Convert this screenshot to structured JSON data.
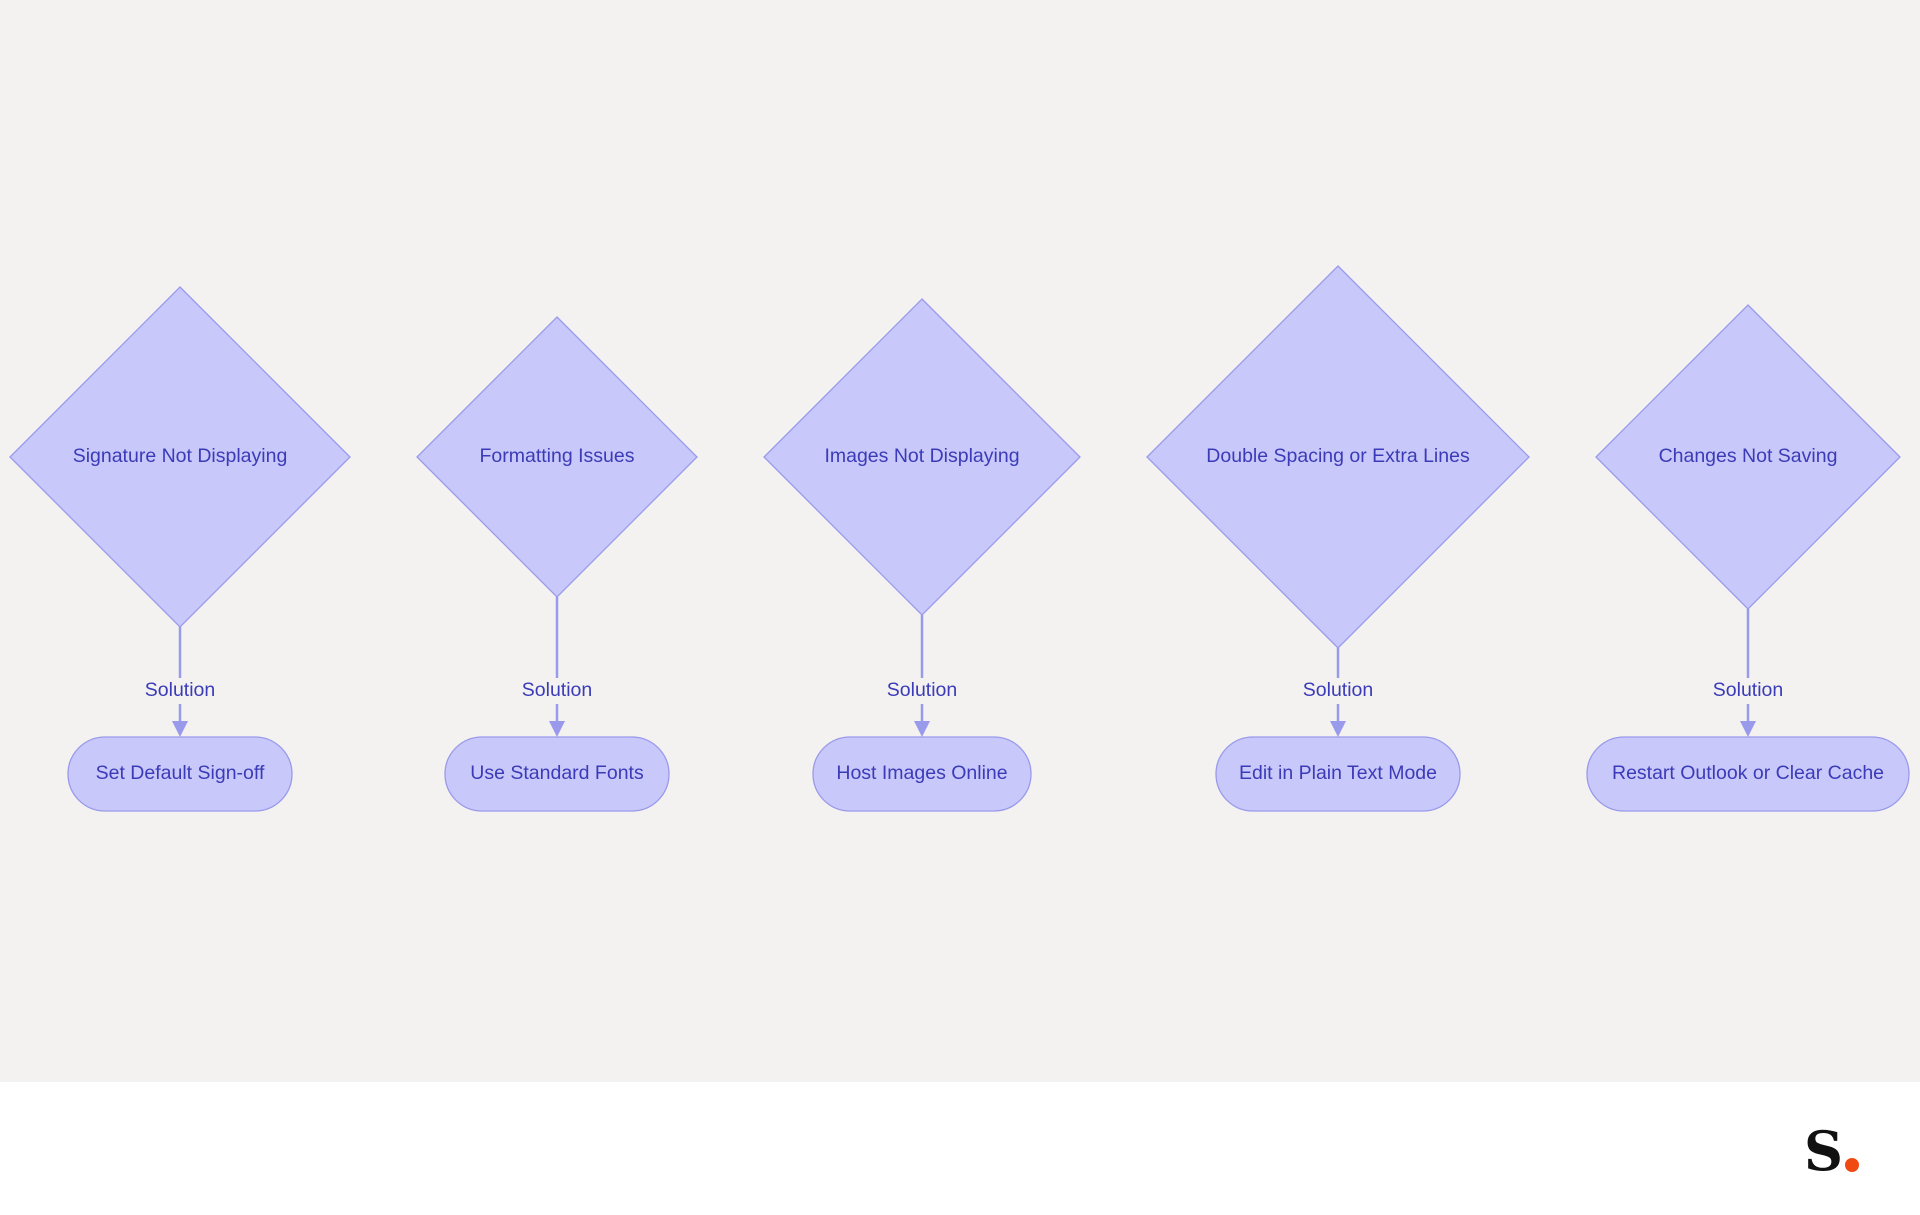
{
  "diagram": {
    "branches": [
      {
        "problem": "Signature Not Displaying",
        "edge_label": "Solution",
        "solution": "Set Default Sign-off"
      },
      {
        "problem": "Formatting Issues",
        "edge_label": "Solution",
        "solution": "Use Standard Fonts"
      },
      {
        "problem": "Images Not Displaying",
        "edge_label": "Solution",
        "solution": "Host Images Online"
      },
      {
        "problem": "Double Spacing or Extra Lines",
        "edge_label": "Solution",
        "solution": "Edit in Plain Text Mode"
      },
      {
        "problem": "Changes Not Saving",
        "edge_label": "Solution",
        "solution": "Restart Outlook or Clear Cache"
      }
    ],
    "colors": {
      "node_fill": "#c8c8fa",
      "node_stroke": "#9a9aec",
      "text": "#3b3bb8",
      "background": "#f3f2f0"
    }
  },
  "brand": {
    "logo_letter": "S",
    "logo_dot_color": "#f04a12"
  }
}
